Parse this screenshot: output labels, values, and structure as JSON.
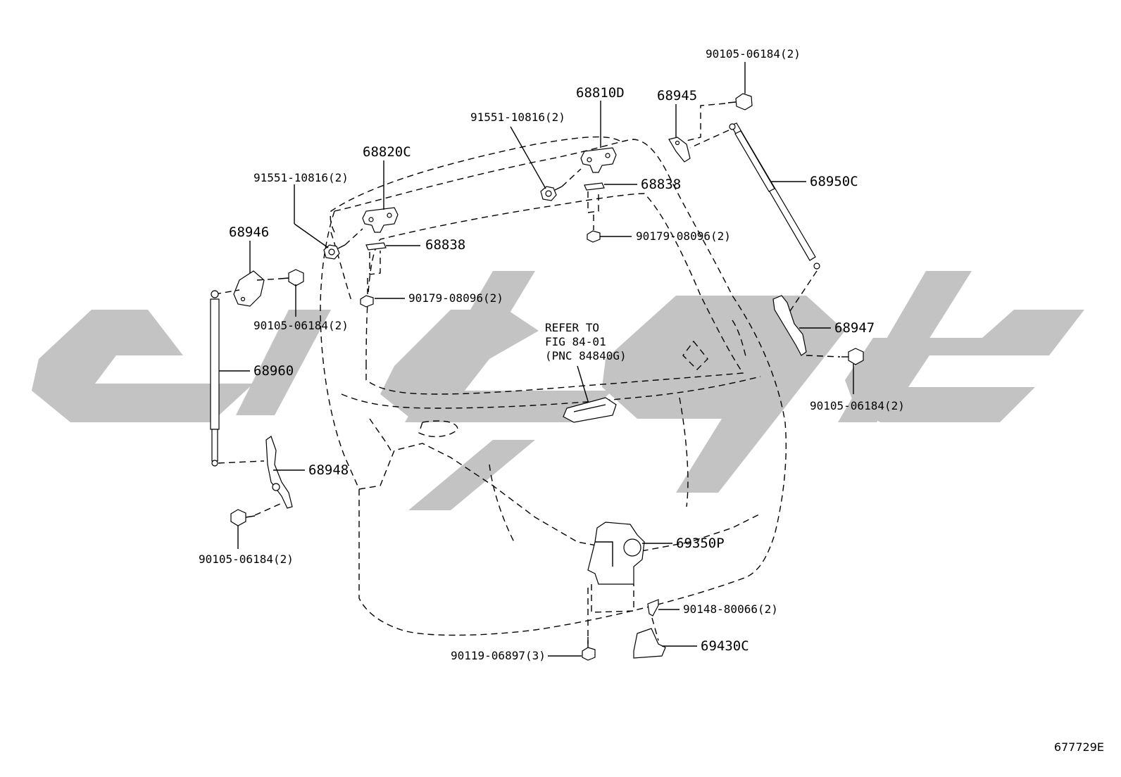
{
  "diagram_id": "677729E",
  "refer_note": {
    "line1": "REFER TO",
    "line2": "FIG 84-01",
    "line3": "(PNC 84840G)"
  },
  "labels": {
    "bolt_top_right": "90105-06184(2)",
    "hinge_right": "68810D",
    "bracket_68945": "68945",
    "bolt_91551_right": "91551-10816(2)",
    "hinge_left": "68820C",
    "bolt_91551_left": "91551-10816(2)",
    "strut_right": "68950C",
    "shim_right": "68838",
    "nut_right": "90179-08096(2)",
    "shim_left": "68838",
    "bracket_68946": "68946",
    "nut_left": "90179-08096(2)",
    "bolt_left_upper": "90105-06184(2)",
    "bracket_68947": "68947",
    "strut_left": "68960",
    "bolt_right_lower": "90105-06184(2)",
    "bracket_68948": "68948",
    "bolt_left_lower": "90105-06184(2)",
    "lock": "69350P",
    "screw_90148": "90148-80066(2)",
    "striker_cover": "69430C",
    "bolt_lock": "90119-06897(3)"
  }
}
